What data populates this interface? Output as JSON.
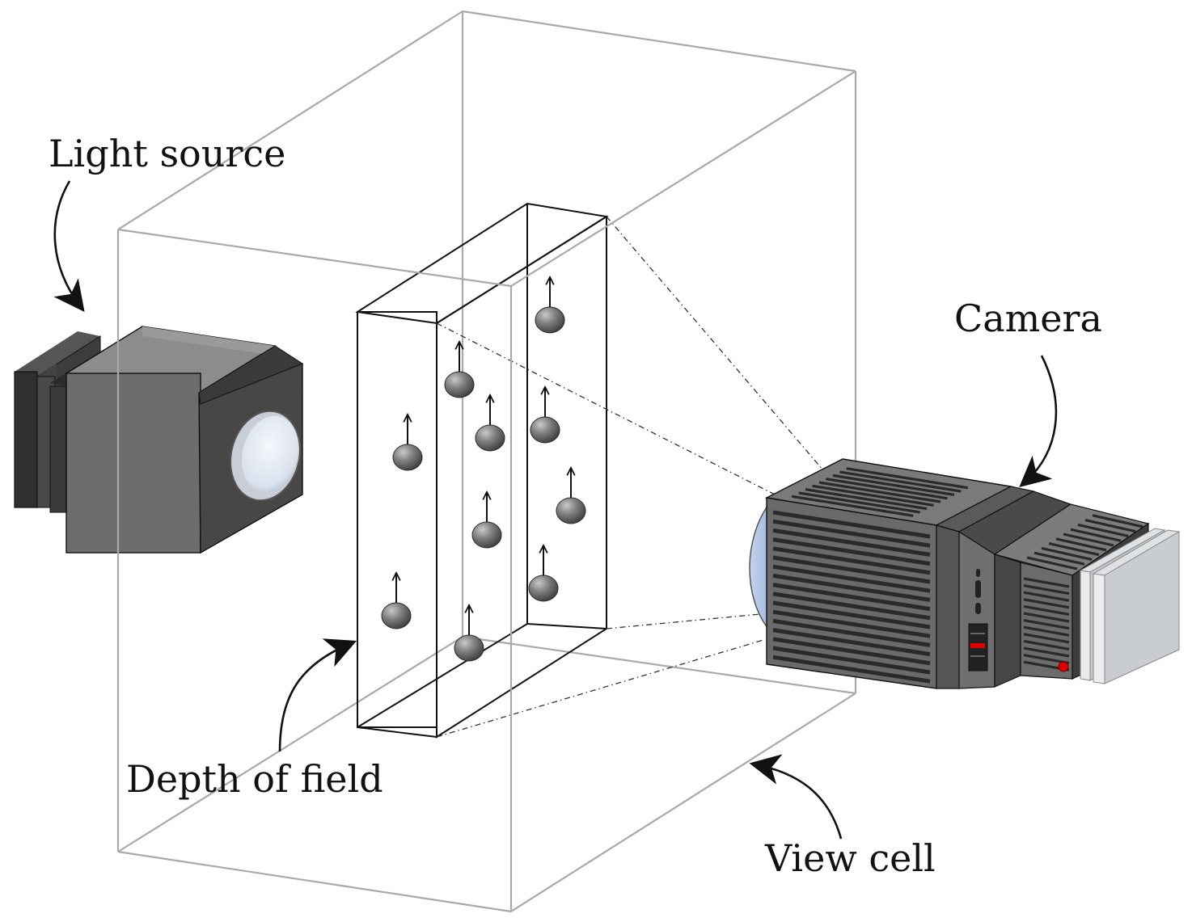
{
  "labels": {
    "light_source": "Light source",
    "camera": "Camera",
    "depth_of_field": "Depth of field",
    "view_cell": "View cell"
  },
  "colors": {
    "view_cell_edge": "#a9a9a9",
    "device_body": "#6b6b6b",
    "device_dark": "#333333",
    "lens_glass": "#dde5f0",
    "camera_lens_blue": "#b7c8e6",
    "particle": "#7a7a7a",
    "indicator_red": "#e00000",
    "filter_plates": "#c9cdd1"
  },
  "icons": {
    "light_source": "light-source-lamp-icon",
    "camera": "high-speed-camera-icon",
    "particle": "rising-bubble-icon",
    "pointer": "curved-arrow-icon"
  }
}
